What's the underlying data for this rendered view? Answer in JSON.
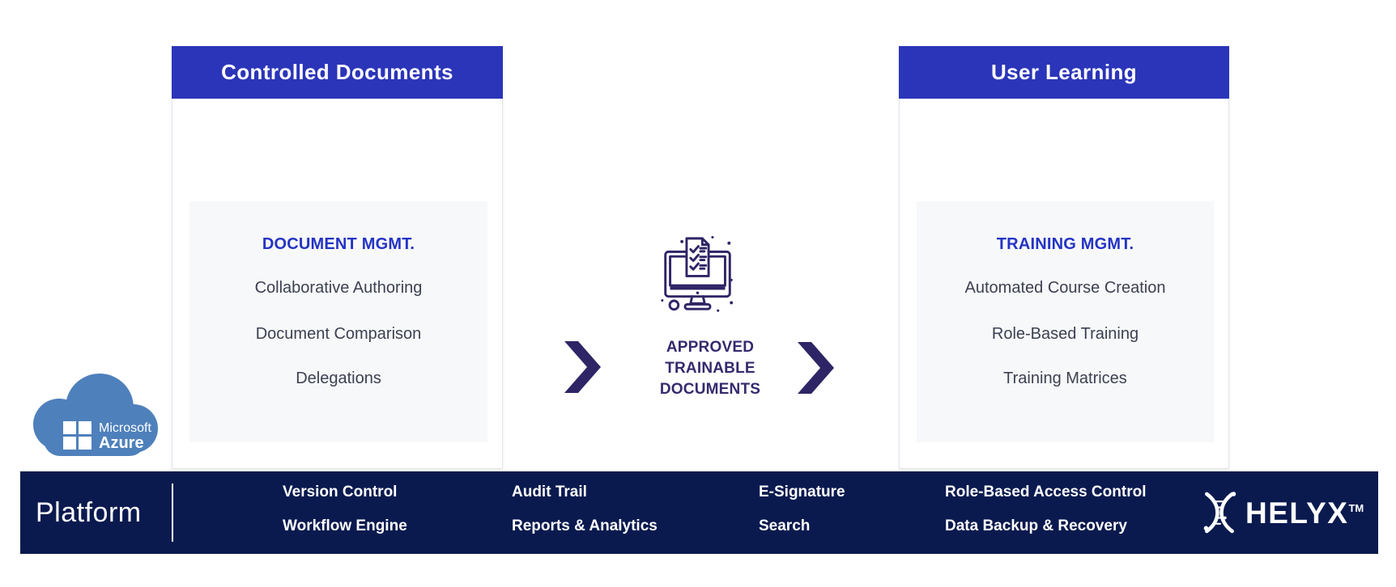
{
  "colors": {
    "header_blue": "#2b35b9",
    "accent_blue": "#2433c4",
    "platform_navy": "#0a1a4f",
    "icon_purple": "#2e2566",
    "azure_blue": "#4e80bc",
    "card_gray": "#f7f8fa",
    "item_text": "#3c4151"
  },
  "left_panel": {
    "title": "Controlled Documents",
    "section": {
      "heading": "DOCUMENT MGMT.",
      "items": [
        "Collaborative Authoring",
        "Document Comparison",
        "Delegations"
      ]
    }
  },
  "right_panel": {
    "title": "User Learning",
    "section": {
      "heading": "TRAINING MGMT.",
      "items": [
        "Automated Course Creation",
        "Role-Based Training",
        "Training Matrices"
      ]
    }
  },
  "center": {
    "icon": "monitor-checklist-icon",
    "arrow_icon": "chevron-right-icon",
    "label_lines": [
      "APPROVED",
      "TRAINABLE",
      "DOCUMENTS"
    ]
  },
  "platform_bar": {
    "label": "Platform",
    "columns": [
      [
        "Version Control",
        "Workflow Engine"
      ],
      [
        "Audit Trail",
        "Reports & Analytics"
      ],
      [
        "E-Signature",
        "Search"
      ],
      [
        "Role-Based Access Control",
        "Data Backup & Recovery"
      ]
    ],
    "brand": {
      "icon": "dna-helix-icon",
      "name": "HELYX",
      "trademark": "TM"
    }
  },
  "azure_logo": {
    "icon": "azure-cloud-icon",
    "line1": "Microsoft",
    "line2": "Azure"
  }
}
